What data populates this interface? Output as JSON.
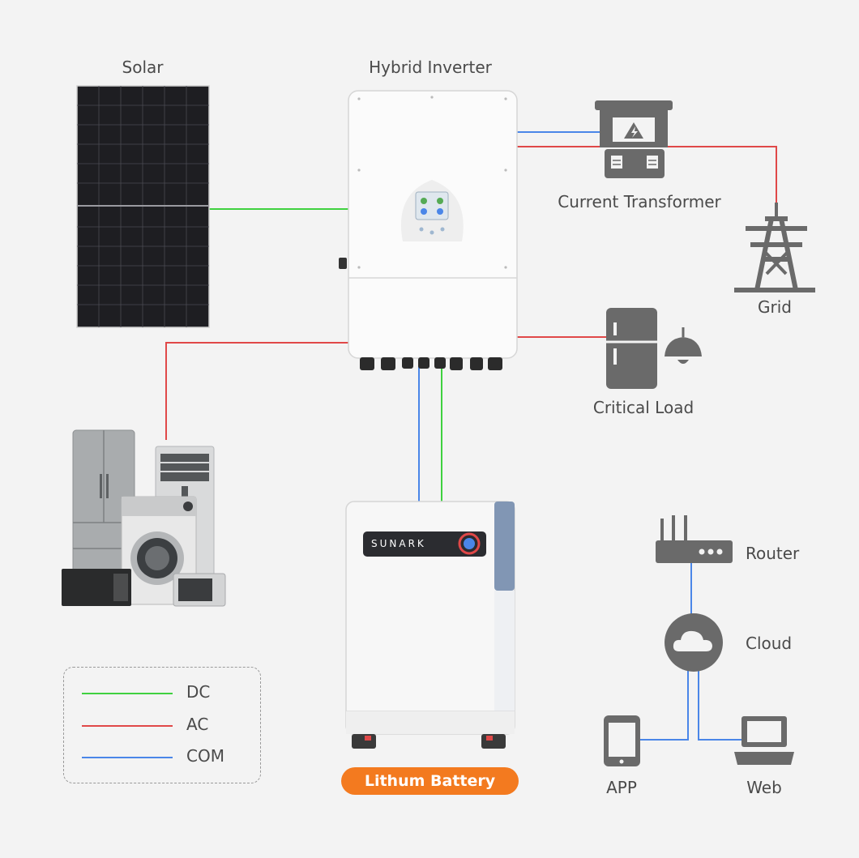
{
  "labels": {
    "solar": "Solar",
    "hybrid_inverter": "Hybrid Inverter",
    "current_transformer": "Current Transformer",
    "grid": "Grid",
    "critical_load": "Critical Load",
    "router": "Router",
    "cloud": "Cloud",
    "app": "APP",
    "web": "Web",
    "battery": "Lithum Battery",
    "battery_brand": "SUNARK"
  },
  "legend": [
    {
      "label": "DC",
      "color": "#3fd13f"
    },
    {
      "label": "AC",
      "color": "#e04848"
    },
    {
      "label": "COM",
      "color": "#4a86e8"
    }
  ],
  "colors": {
    "dc": "#3fd13f",
    "ac": "#e04848",
    "com": "#4a86e8",
    "accent": "#f37a1f",
    "icon": "#6a6a6a"
  }
}
